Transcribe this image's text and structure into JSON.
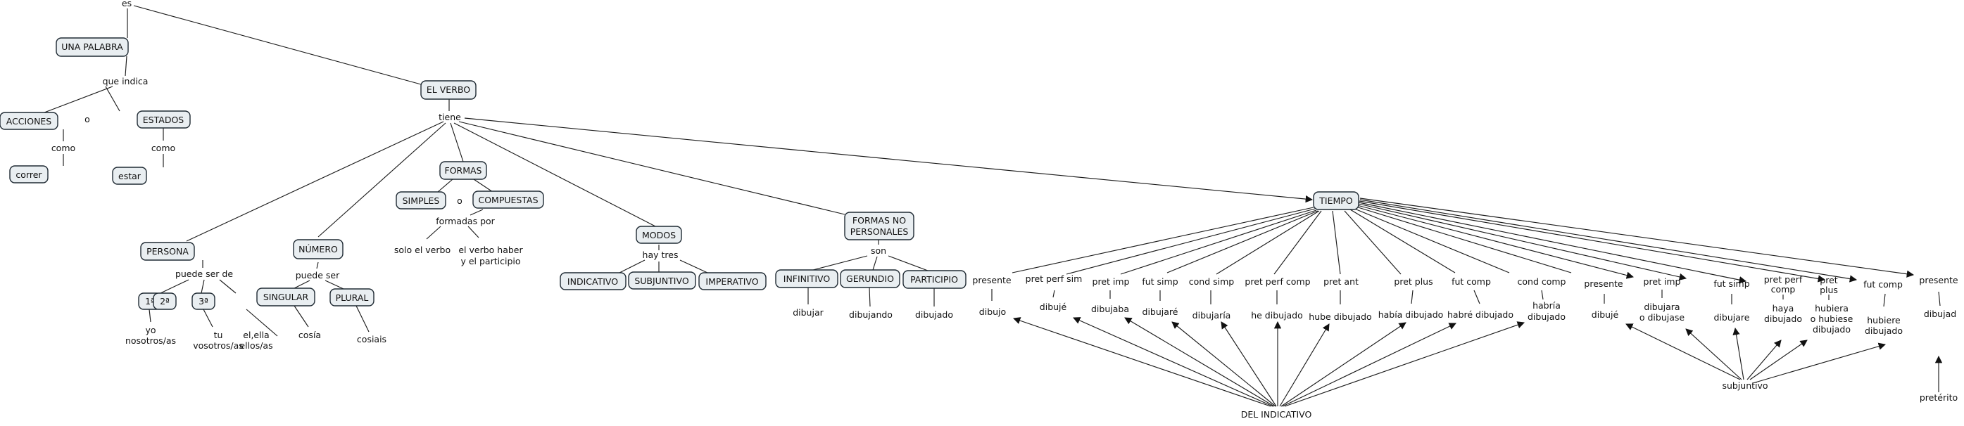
{
  "concepts": {
    "una_palabra": "UNA PALABRA",
    "acciones": "ACCIONES",
    "estados": "ESTADOS",
    "correr": "correr",
    "estar": "estar",
    "el_verbo": "EL VERBO",
    "formas": "FORMAS",
    "simples": "SIMPLES",
    "compuestas": "COMPUESTAS",
    "persona": "PERSONA",
    "p1": "1ª",
    "p2": "2ª",
    "p3": "3ª",
    "numero": "NÚMERO",
    "singular": "SINGULAR",
    "plural": "PLURAL",
    "modos": "MODOS",
    "indicativo": "INDICATIVO",
    "subjuntivo_modo": "SUBJUNTIVO",
    "imperativo": "IMPERATIVO",
    "formas_no_personales": [
      "FORMAS NO",
      "PERSONALES"
    ],
    "infinitivo": "INFINITIVO",
    "gerundio": "GERUNDIO",
    "participio": "PARTICIPIO",
    "tiempo": "TIEMPO"
  },
  "phrases": {
    "es": "es",
    "que_indica": "que indica",
    "o1": "o",
    "como1": "como",
    "como2": "como",
    "tiene": "tiene",
    "o2": "o",
    "formadas_por": "formadas por",
    "solo_el_verbo": "solo el verbo",
    "el_verbo_haber": [
      "el verbo haber",
      "y el participio"
    ],
    "puede_ser_de": "puede ser de",
    "yo": [
      "yo",
      "nosotros/as"
    ],
    "tu": [
      "tu",
      "vosotros/as"
    ],
    "el": [
      "el,ella",
      "ellos/as"
    ],
    "puede_ser": "puede ser",
    "cosia": "cosía",
    "cosiais": "cosiais",
    "hay_tres": "hay tres",
    "son": "son",
    "dibujar": "dibujar",
    "dibujando": "dibujando",
    "dibujado": "dibujado",
    "t_presente": "presente",
    "t_pret_perf_sim": "pret perf sim",
    "t_pret_imp": "pret imp",
    "t_fut_simp": "fut simp",
    "t_cond_simp": "cond simp",
    "t_pret_perf_comp": "pret perf comp",
    "t_pret_ant": "pret ant",
    "t_pret_plus": "pret plus",
    "t_fut_comp": "fut comp",
    "t_cond_comp": "cond comp",
    "s_presente": "presente",
    "s_pret_imp": "pret imp",
    "s_fut_simp": "fut simp",
    "s_pret_perf_comp": [
      "pret perf",
      "comp"
    ],
    "s_pret_plus": [
      "pret",
      "plus"
    ],
    "s_fut_comp": "fut comp",
    "i_presente": "presente",
    "f_dibujo": "dibujo",
    "f_dibuje": "dibujé",
    "f_dibujaba": "dibujaba",
    "f_dibujare": "dibujaré",
    "f_dibujaria": "dibujaría",
    "f_he_dibujado": "he dibujado",
    "f_hube_dibujado": "hube dibujado",
    "f_habia_dibujado": "había dibujado",
    "f_habre_dibujado": "habré dibujado",
    "f_habria_dibujado": [
      "habría",
      "dibujado"
    ],
    "f_dibuje_s": "dibujé",
    "f_dibujara": [
      "dibujara",
      "o dibujase"
    ],
    "f_dibujare_s": "dibujare",
    "f_haya_dibujado": [
      "haya",
      "dibujado"
    ],
    "f_hubiera_dibujado": [
      "hubiera",
      "o hubiese",
      "dibujado"
    ],
    "f_hubiere_dibujado": [
      "hubiere",
      "dibujado"
    ],
    "f_dibujad": "dibujad",
    "f_preterito": "pretérito",
    "subjuntivo": "subjuntivo",
    "del_indicativo": "DEL INDICATIVO"
  }
}
